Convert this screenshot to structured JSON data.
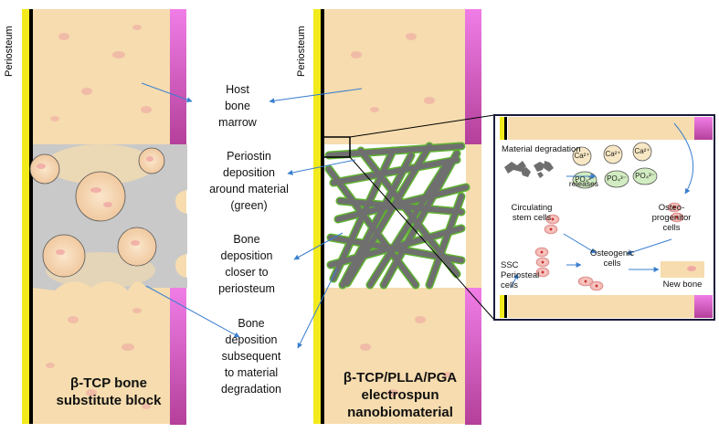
{
  "left_panel": {
    "periosteum_label": "Periosteum",
    "caption_line1": "β-TCP bone",
    "caption_line2": "substitute block"
  },
  "right_panel": {
    "periosteum_label": "Periosteum",
    "caption_line1": "β-TCP/PLLA/PGA",
    "caption_line2": "electrospun",
    "caption_line3": "nanobiomaterial"
  },
  "center_labels": {
    "host": [
      "Host",
      "bone",
      "marrow"
    ],
    "periostin": [
      "Periostin",
      "deposition",
      "around material",
      "(green)"
    ],
    "bone_dep": [
      "Bone",
      "deposition",
      "closer to",
      "periosteum"
    ],
    "bone_sub": [
      "Bone",
      "deposition",
      "subsequent",
      "to material",
      "degradation"
    ]
  },
  "inset": {
    "material_degradation": "Material degradation",
    "releases": "releases",
    "ca_ion": "Ca²⁺",
    "po_ion": "PO₄³⁻",
    "circulating": [
      "Circulating",
      "stem cells"
    ],
    "osteoprogenitor": [
      "Osteo-",
      "progenitor",
      "cells"
    ],
    "ssc": [
      "SSC",
      "Periosteal cells"
    ],
    "osteogenic": [
      "Osteogenic",
      "cells"
    ],
    "new_bone": "New bone"
  },
  "colors": {
    "marrow": "#f6dcae",
    "periosteum_yellow": "#f3ea1c",
    "cortex_magenta": "#e061d2",
    "material_gray": "#c9c9c9",
    "fiber_gray": "#6f6f6f",
    "fiber_green": "#5fb230",
    "arrow_blue": "#3a7fd0"
  }
}
